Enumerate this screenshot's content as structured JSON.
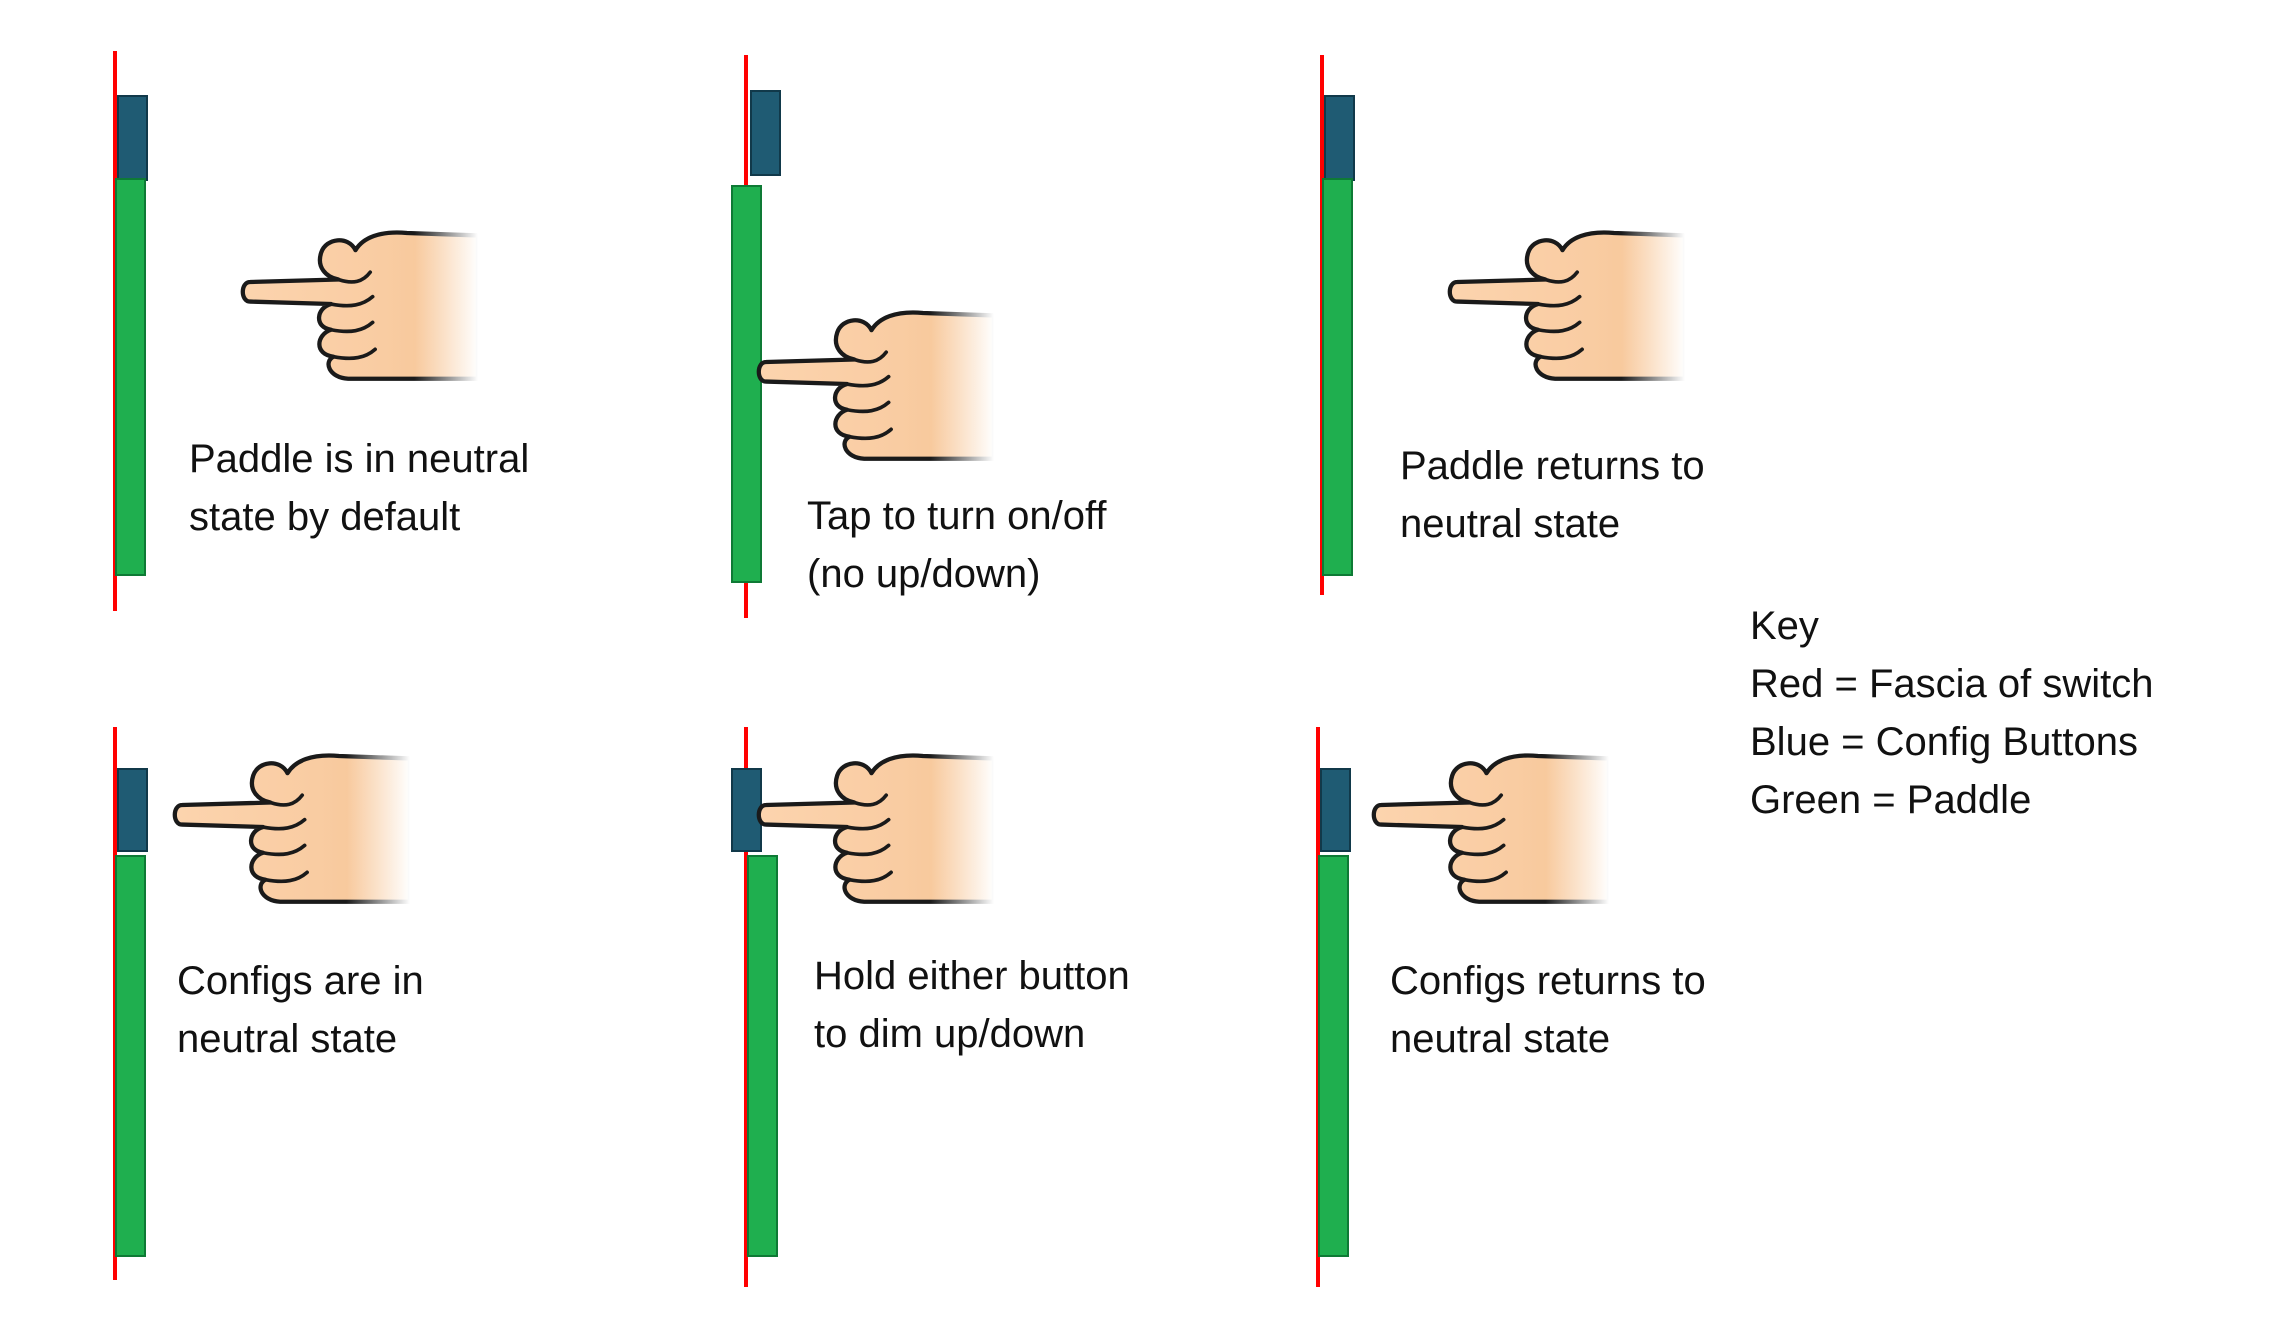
{
  "colors": {
    "fascia_red": "#FF0000",
    "config_blue": "#1F5B73",
    "paddle_green": "#1FAF4F",
    "outline": "#1A1A1A"
  },
  "icons": {
    "hand": "pointing-hand-icon"
  },
  "panels": [
    {
      "name": "paddle-neutral-default",
      "caption_lines": [
        "Paddle is in neutral",
        "state by default"
      ]
    },
    {
      "name": "paddle-tap-on-off",
      "caption_lines": [
        "Tap to turn on/off",
        "(no up/down)"
      ]
    },
    {
      "name": "paddle-returns-neutral",
      "caption_lines": [
        "Paddle returns to",
        "neutral state"
      ]
    },
    {
      "name": "configs-neutral",
      "caption_lines": [
        "Configs are in",
        "neutral state"
      ]
    },
    {
      "name": "configs-hold-dim",
      "caption_lines": [
        "Hold either button",
        "to dim up/down"
      ]
    },
    {
      "name": "configs-return-neutral",
      "caption_lines": [
        "Configs returns to",
        "neutral state"
      ]
    }
  ],
  "key": {
    "title": "Key",
    "lines": [
      "Red = Fascia of switch",
      "Blue = Config Buttons",
      "Green = Paddle"
    ]
  }
}
